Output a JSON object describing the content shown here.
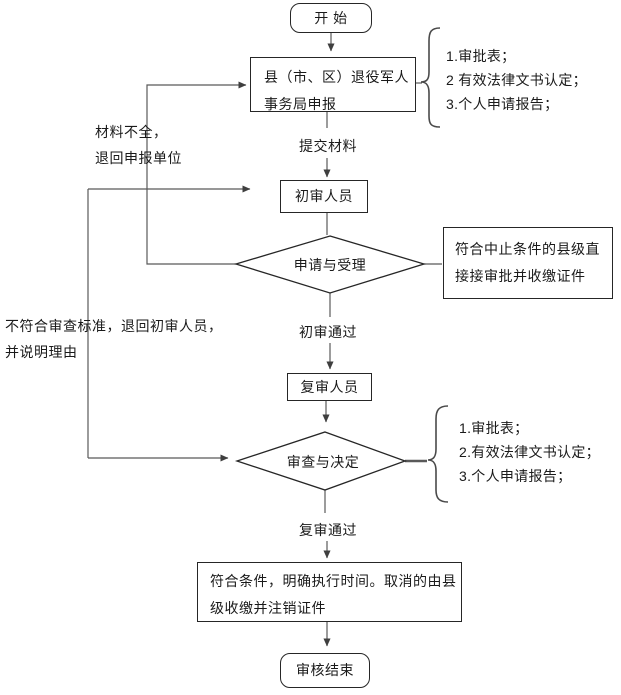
{
  "flow": {
    "start_label": "开 始",
    "declare_box": {
      "line1": "县（市、区）退役军人",
      "line2": "事务局申报"
    },
    "submit_label": "提交材料",
    "first_review_label": "初审人员",
    "apply_accept_label": "申请与受理",
    "first_pass_label": "初审通过",
    "second_review_label": "复审人员",
    "review_decide_label": "审查与决定",
    "second_pass_label": "复审通过",
    "result_box": {
      "line1": "符合条件，明确执行时间。取消的由县",
      "line2": "级收缴并注销证件"
    },
    "end_label": "审核结束",
    "suspend_box": {
      "line1": "符合中止条件的县级直",
      "line2": "接接审批并收缴证件"
    }
  },
  "annotations": {
    "incomplete_materials": {
      "line1": "材料不全，",
      "line2": "退回申报单位"
    },
    "not_meet_standard": {
      "line1": "不符合审查标准，退回初审人员，",
      "line2": "并说明理由"
    },
    "materials_list_top": [
      "1.审批表；",
      "2 有效法律文书认定；",
      "3.个人申请报告；"
    ],
    "materials_list_bottom": [
      "1.审批表；",
      "2.有效法律文书认定；",
      "3.个人申请报告；"
    ]
  },
  "colors": {
    "background": "#ffffff",
    "line": "#595959",
    "arrowhead": "#3f3f3f",
    "border": "#262626",
    "text": "#1a1a1a"
  }
}
